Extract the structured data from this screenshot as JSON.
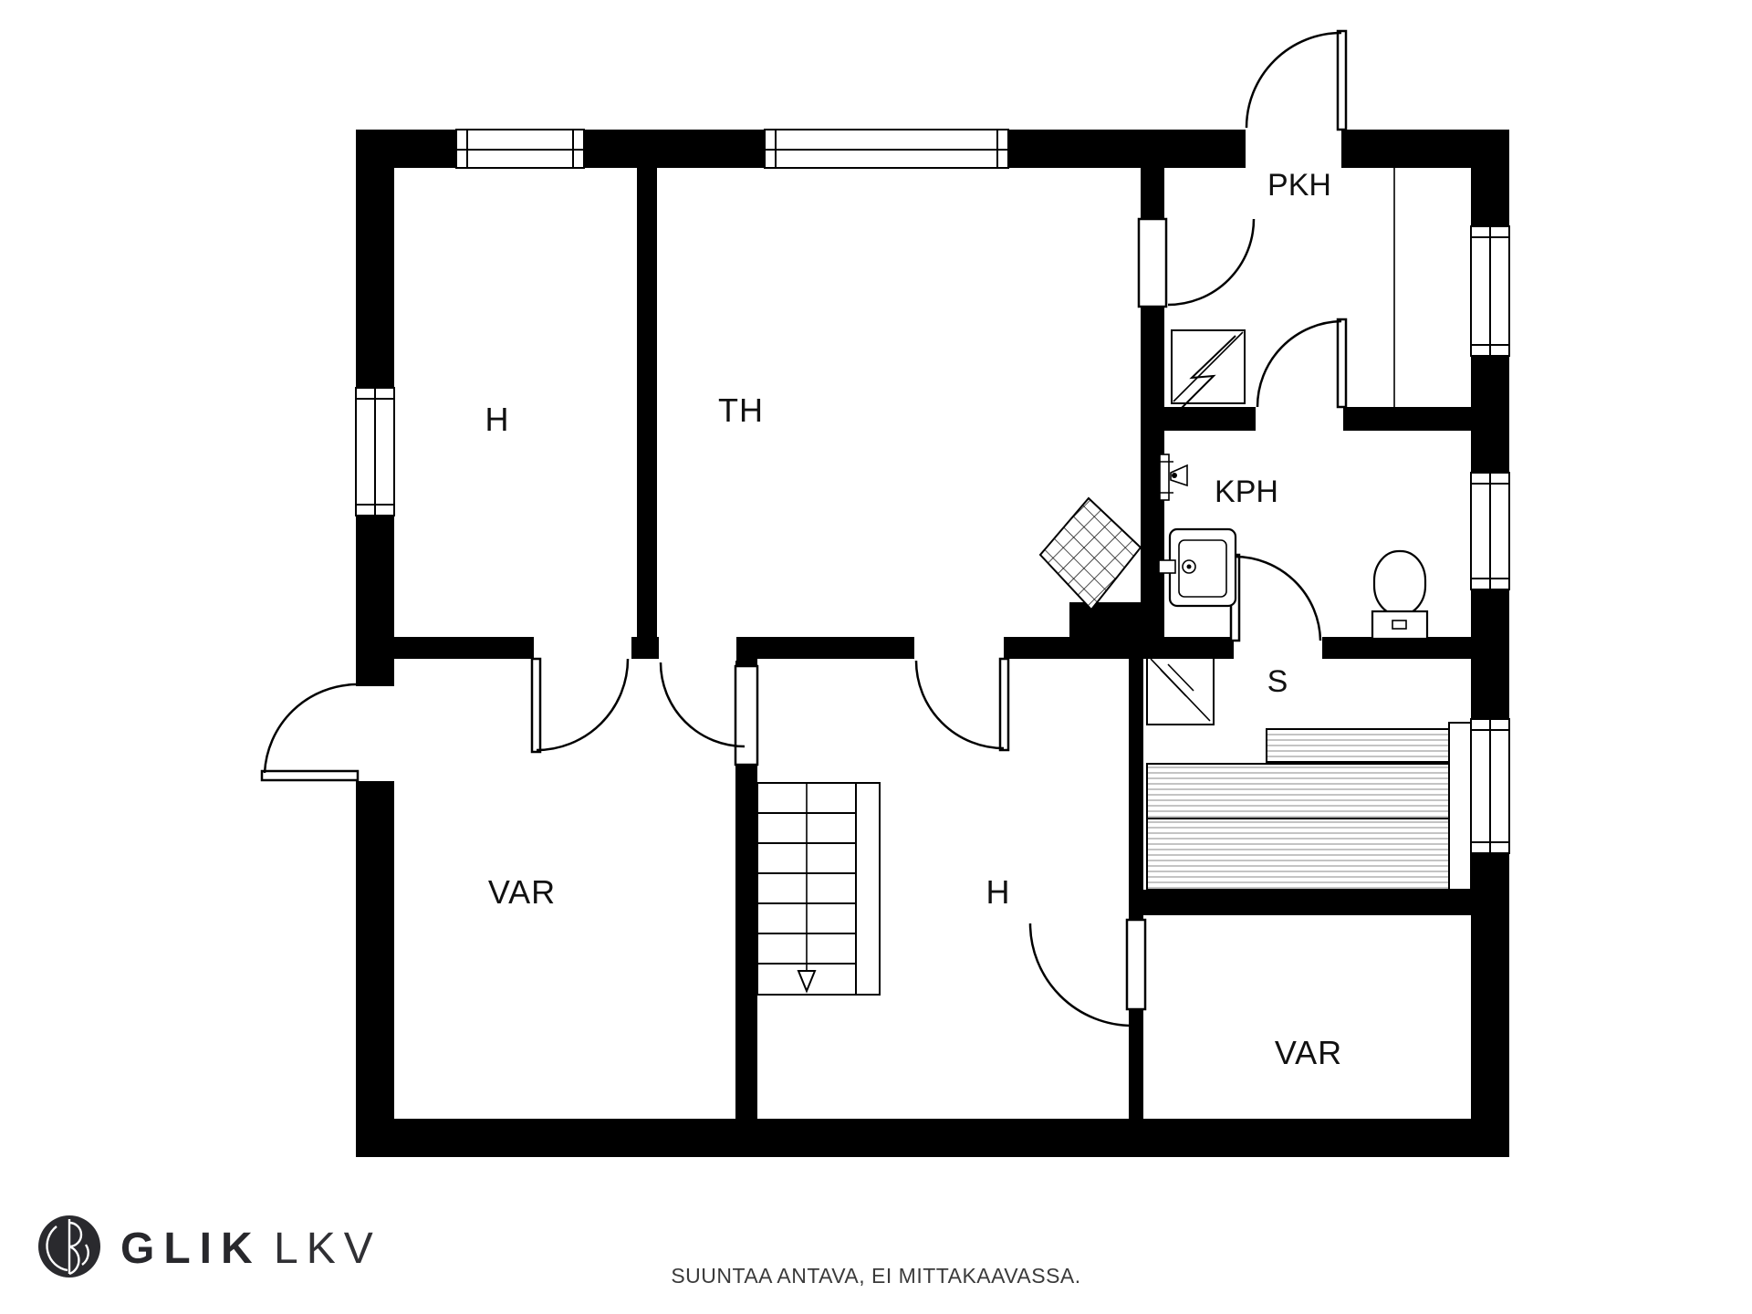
{
  "floorplan": {
    "rooms": [
      {
        "id": "h-upper",
        "label": "H"
      },
      {
        "id": "th",
        "label": "TH"
      },
      {
        "id": "pkh",
        "label": "PKH"
      },
      {
        "id": "kph",
        "label": "KPH"
      },
      {
        "id": "s",
        "label": "S"
      },
      {
        "id": "var-left",
        "label": "VAR"
      },
      {
        "id": "h-lower",
        "label": "H"
      },
      {
        "id": "var-bottom-right",
        "label": "VAR"
      }
    ],
    "disclaimer": "SUUNTAA ANTAVA, EI MITTAKAAVASSA."
  },
  "branding": {
    "logo_primary": "GLIK",
    "logo_secondary": "LKV"
  },
  "colors": {
    "wall": "#000000",
    "background": "#ffffff",
    "line": "#000000",
    "bench_stripe": "#888888",
    "label": "#111111",
    "logo": "#28282c",
    "disclaimer_text": "#3a3a3a"
  }
}
